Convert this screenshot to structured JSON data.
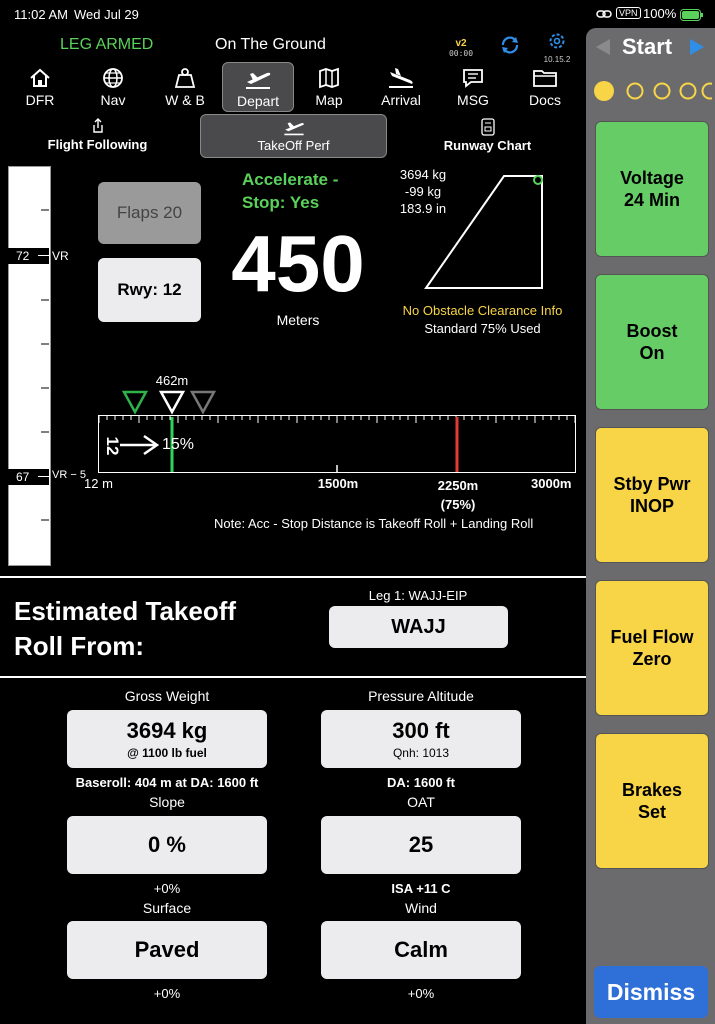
{
  "status_bar": {
    "time": "11:02 AM",
    "date": "Wed Jul 29",
    "vpn": "VPN",
    "battery": "100%"
  },
  "header": {
    "leg_status": "LEG ARMED",
    "flight_state": "On The Ground",
    "version": "v2",
    "version_time": "00:00",
    "build": "10.15.2"
  },
  "colors": {
    "green_status": "#5ad15a",
    "accent_yellow": "#f7d547",
    "card_green": "#66cc66",
    "dismiss_blue": "#2f6fd8",
    "runway_red": "#e03a3a"
  },
  "nav": [
    {
      "label": "DFR",
      "icon": "home-icon"
    },
    {
      "label": "Nav",
      "icon": "globe-icon"
    },
    {
      "label": "W & B",
      "icon": "weight-icon"
    },
    {
      "label": "Depart",
      "icon": "departure-icon"
    },
    {
      "label": "Map",
      "icon": "map-icon"
    },
    {
      "label": "Arrival",
      "icon": "arrival-icon"
    },
    {
      "label": "MSG",
      "icon": "message-icon"
    },
    {
      "label": "Docs",
      "icon": "folder-icon"
    }
  ],
  "subnav": [
    {
      "label": "Flight Following",
      "icon": "share-icon"
    },
    {
      "label": "TakeOff Perf",
      "icon": "departure-icon"
    },
    {
      "label": "Runway Chart",
      "icon": "chart-doc-icon"
    }
  ],
  "speed_tape": {
    "upper_value": "72",
    "upper_marker": "VR",
    "lower_value": "67",
    "lower_marker": "VR − 5"
  },
  "perf": {
    "flaps": "Flaps 20",
    "runway": "Rwy: 12",
    "accelerate_stop": "Accelerate -\nStop: Yes",
    "distance_value": "450",
    "distance_unit": "Meters",
    "weight_readout": "3694 kg",
    "weight_delta": "-99 kg",
    "inches": "183.9 in",
    "obstacle_note": "No Obstacle Clearance Info",
    "standard_note": "Standard 75% Used"
  },
  "runway_bar": {
    "marker_distance_label": "462m",
    "runway_heading": "12",
    "slope_label": "15%",
    "start_label": "12 m",
    "mid_label": "1500m",
    "limit_label": "2250m",
    "limit_pct": "(75%)",
    "end_label": "3000m",
    "marker_fraction": 0.154,
    "limit_fraction": 0.75,
    "note": "Note: Acc - Stop Distance is Takeoff Roll + Landing Roll"
  },
  "estimate": {
    "title_line1": "Estimated Takeoff",
    "title_line2": "Roll From:",
    "leg_label": "Leg 1: WAJJ-EIP",
    "airport": "WAJJ"
  },
  "params": {
    "gross_weight": {
      "label": "Gross Weight",
      "value": "3694 kg",
      "sub": "@ 1100 lb fuel",
      "note": "Baseroll: 404 m at DA: 1600 ft"
    },
    "pressure_altitude": {
      "label": "Pressure Altitude",
      "value": "300 ft",
      "sub": "Qnh: 1013",
      "note": "DA: 1600 ft"
    },
    "slope": {
      "label": "Slope",
      "value": "0 %",
      "note": "+0%"
    },
    "oat": {
      "label": "OAT",
      "value": "25",
      "note": "ISA +11 C"
    },
    "surface": {
      "label": "Surface",
      "value": "Paved",
      "note": "+0%"
    },
    "wind": {
      "label": "Wind",
      "value": "Calm",
      "note": "+0%"
    }
  },
  "sidebar": {
    "start_label": "Start",
    "cards": [
      {
        "text": "Voltage\n24 Min",
        "color": "green"
      },
      {
        "text": "Boost\nOn",
        "color": "green"
      },
      {
        "text": "Stby Pwr\nINOP",
        "color": "yellow"
      },
      {
        "text": "Fuel Flow\nZero",
        "color": "yellow"
      },
      {
        "text": "Brakes\nSet",
        "color": "yellow"
      }
    ],
    "dismiss_label": "Dismiss"
  }
}
